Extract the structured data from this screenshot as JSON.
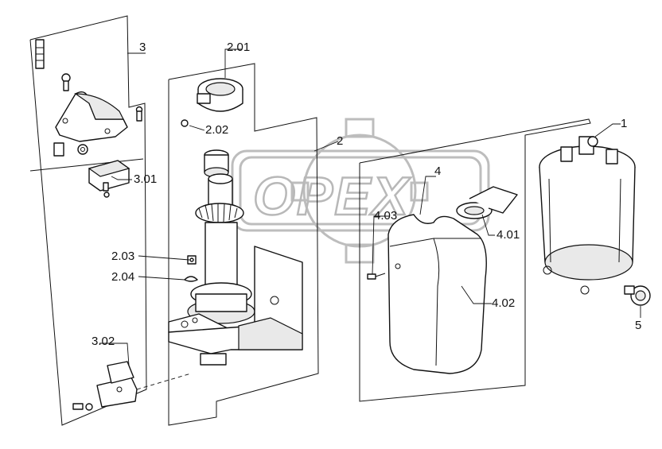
{
  "watermark": {
    "text": "OPEX",
    "color": "#b8b8b8"
  },
  "callouts": {
    "c1": "1",
    "c2": "2",
    "c2_01": "2.01",
    "c2_02": "2.02",
    "c2_03": "2.03",
    "c2_04": "2.04",
    "c3": "3",
    "c3_01": "3.01",
    "c3_02": "3.02",
    "c4": "4",
    "c4_01": "4.01",
    "c4_02": "4.02",
    "c4_03": "4.03",
    "c5": "5"
  }
}
